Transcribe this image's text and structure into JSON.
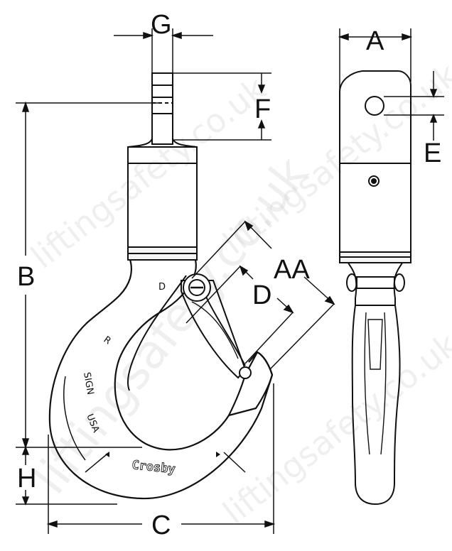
{
  "dimension_labels": {
    "A": "A",
    "AA": "AA",
    "B": "B",
    "C": "C",
    "D": "D",
    "E": "E",
    "F": "F",
    "G": "G",
    "H": "H"
  },
  "hook_markings": {
    "brand": "Crosby",
    "origin": "USA",
    "size_code": "D",
    "side_code": "SIGN",
    "letter": "R"
  },
  "watermark": {
    "text": "liftingsafety.co.uk"
  },
  "colors": {
    "line": "#111111",
    "background": "#ffffff",
    "watermark": "#c9c9c9"
  }
}
